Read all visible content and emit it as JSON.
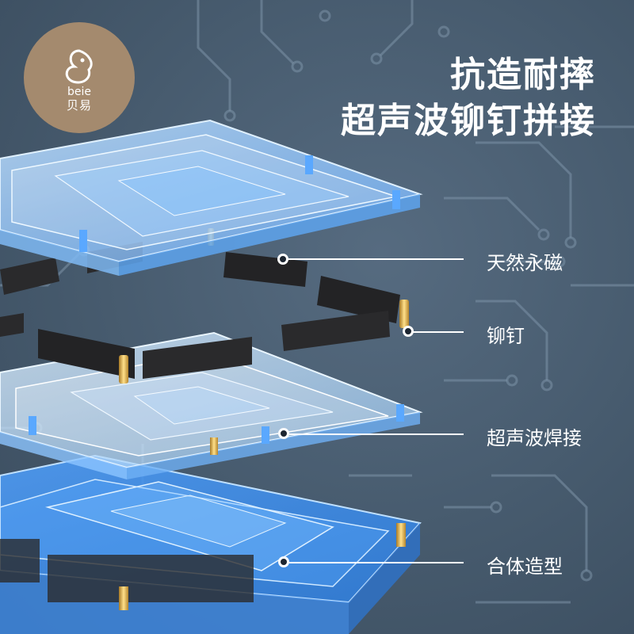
{
  "brand": {
    "mark": "beie",
    "name": "贝易"
  },
  "headline": {
    "line1": "抗造耐摔",
    "line2": "超声波铆钉拼接"
  },
  "callouts": [
    {
      "label": "天然永磁"
    },
    {
      "label": "铆钉"
    },
    {
      "label": "超声波焊接"
    },
    {
      "label": "合体造型"
    }
  ],
  "colors": {
    "background": "#4a5d70",
    "circuit": "#7d93a8",
    "brand_badge": "#a48a6e",
    "plate_blue": "#5aa8ff",
    "magnet": "#2a2a2c",
    "rivet_gold": "#d4a64a"
  }
}
